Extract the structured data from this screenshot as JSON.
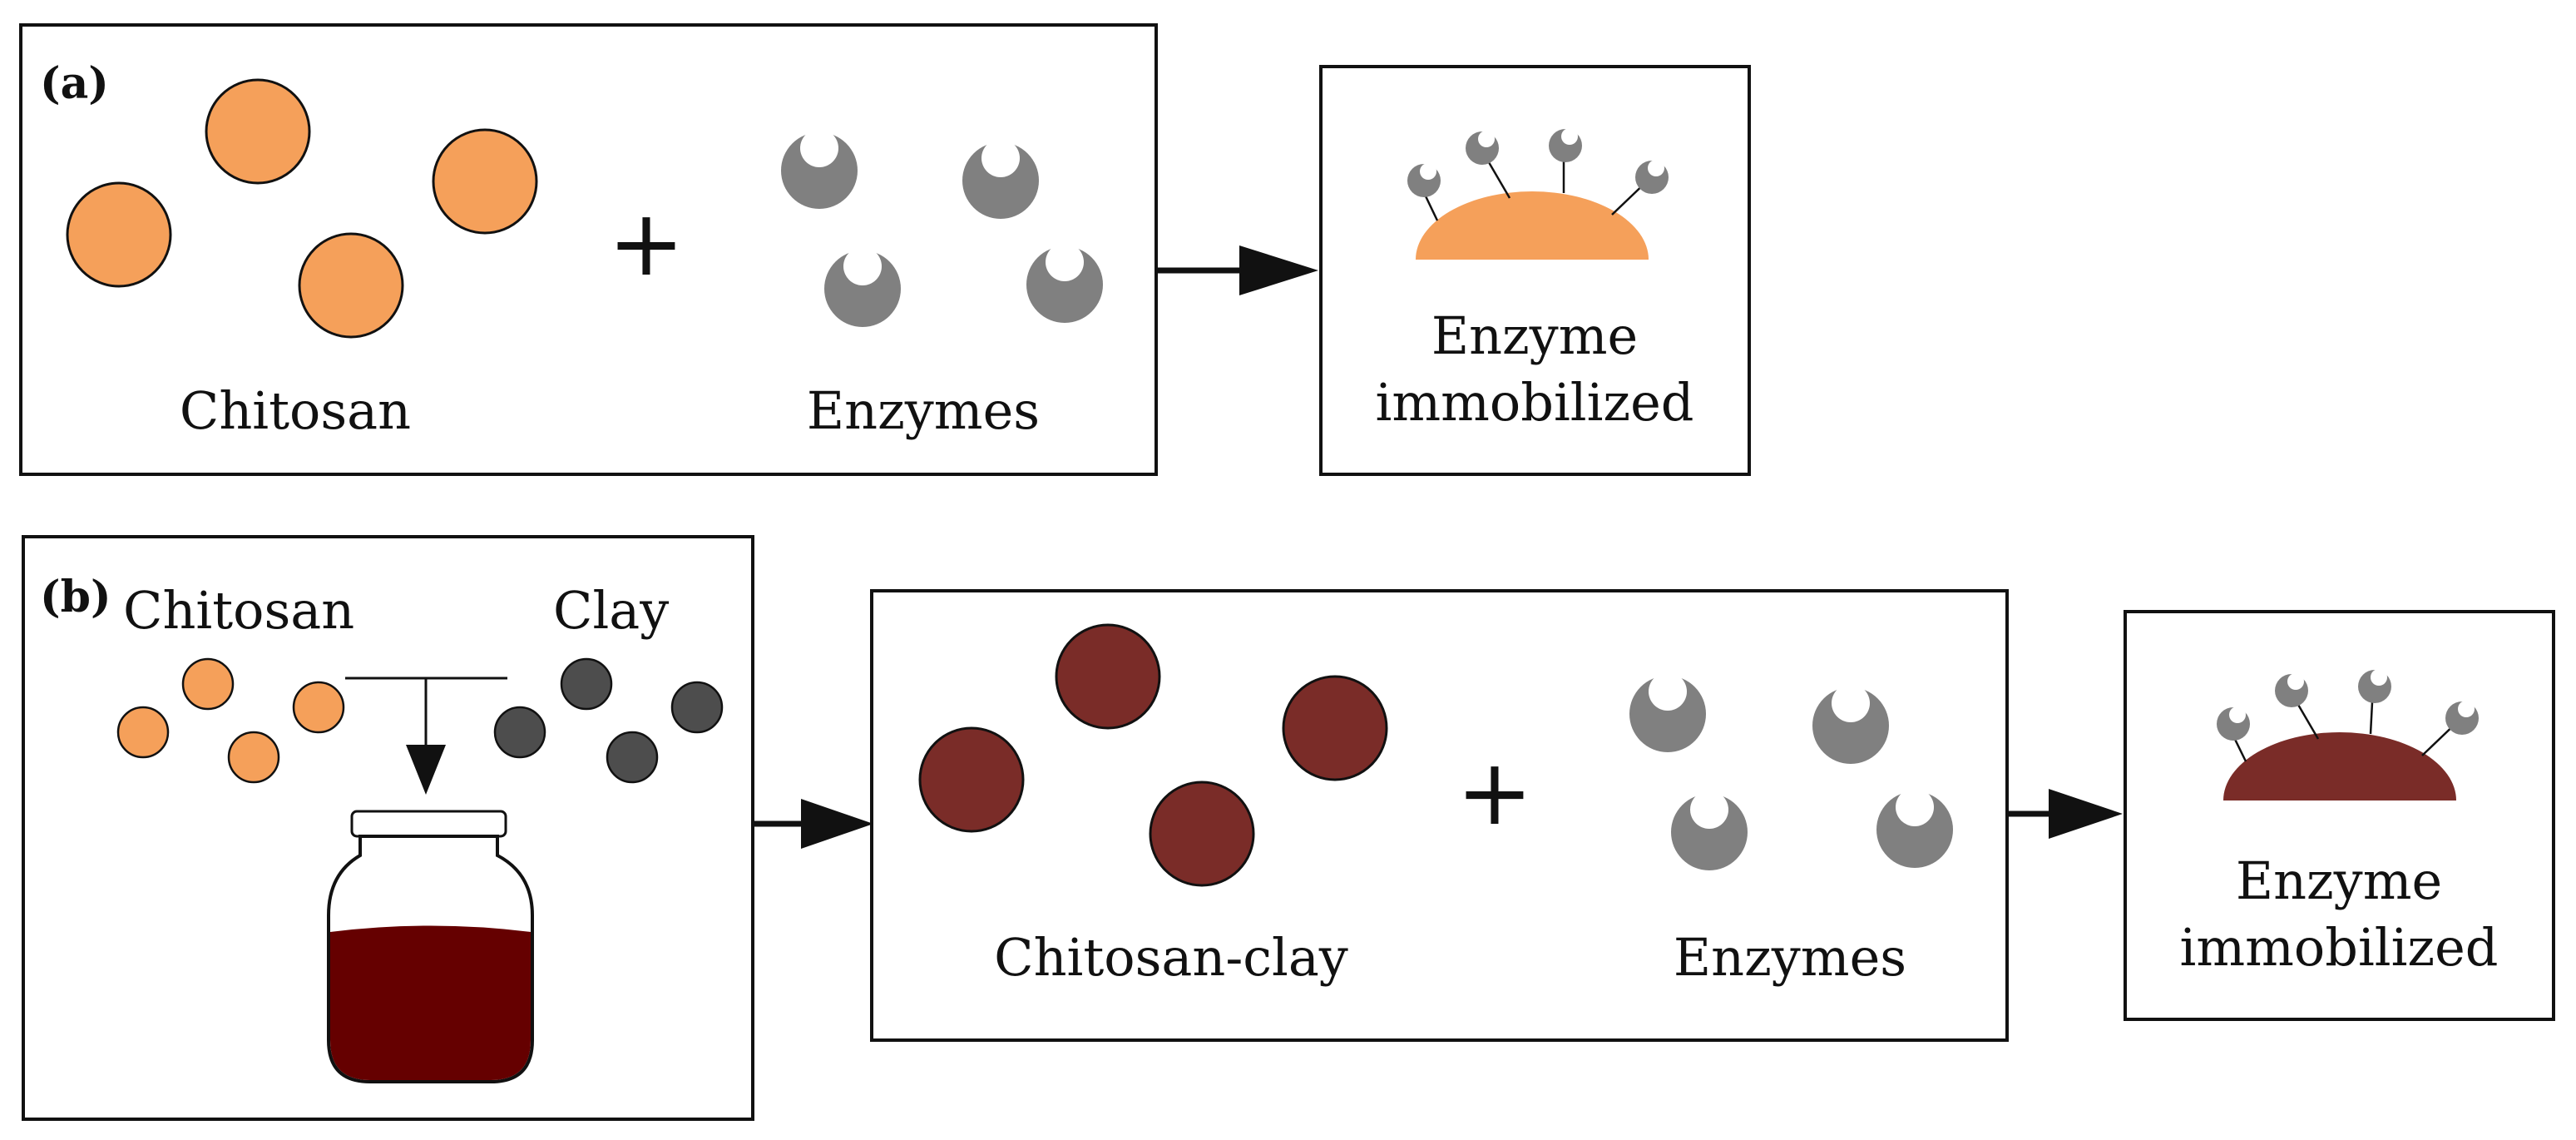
{
  "colors": {
    "chitosan": "#F5A05A",
    "enzyme": "#808080",
    "clay": "#4D4D4D",
    "chitosan_clay": "#7A2C28",
    "jar_liquid": "#650000",
    "outline": "#111111"
  },
  "icons": {
    "chitosan_particle": "circle",
    "enzyme": "pac-circle-with-notch",
    "clay_particle": "circle",
    "jar": "jar",
    "arrow": "right-arrow"
  },
  "panel_a": {
    "tag": "(a)",
    "chitosan_label": "Chitosan",
    "plus": "+",
    "enzymes_label": "Enzymes",
    "result_label_line1": "Enzyme",
    "result_label_line2": "immobilized"
  },
  "panel_b": {
    "tag": "(b)",
    "chitosan_label": "Chitosan",
    "clay_label": "Clay",
    "composite_label": "Chitosan-clay",
    "plus": "+",
    "enzymes_label": "Enzymes",
    "result_label_line1": "Enzyme",
    "result_label_line2": "immobilized"
  }
}
